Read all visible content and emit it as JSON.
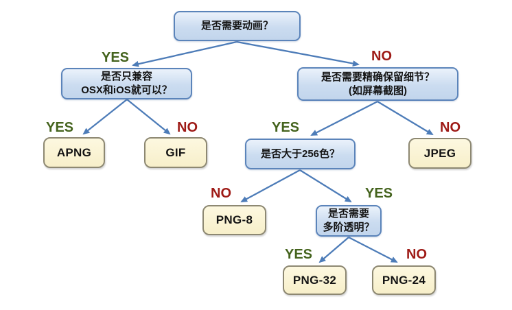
{
  "diagram": {
    "type": "decision-tree",
    "topic": "image format selection flowchart",
    "background": "#ffffff",
    "colors": {
      "question_fill": "#cbdcf0",
      "question_border": "#5b84ba",
      "leaf_fill": "#f9f1cf",
      "leaf_border": "#8d8872",
      "arrow": "#4d7cb8",
      "yes_label": "#44631d",
      "no_label": "#9e1a16",
      "text": "#141414"
    },
    "nodes": {
      "q_animation": {
        "lines": [
          "是否需要动画？"
        ]
      },
      "q_compat": {
        "lines": [
          "是否只兼容",
          "OSX和iOS就可以？"
        ]
      },
      "q_detail": {
        "lines": [
          "是否需要精确保留细节？",
          "(如屏幕截图)"
        ]
      },
      "q_colors": {
        "lines": [
          "是否大于256色？"
        ]
      },
      "q_alpha": {
        "lines": [
          "是否需要",
          "多阶透明？"
        ]
      },
      "apng": {
        "label": "APNG"
      },
      "gif": {
        "label": "GIF"
      },
      "jpeg": {
        "label": "JPEG"
      },
      "png8": {
        "label": "PNG-8"
      },
      "png32": {
        "label": "PNG-32"
      },
      "png24": {
        "label": "PNG-24"
      }
    },
    "edge_labels": {
      "animation_yes": "YES",
      "animation_no": "NO",
      "compat_yes": "YES",
      "compat_no": "NO",
      "detail_yes": "YES",
      "detail_no": "NO",
      "colors_no": "NO",
      "colors_yes": "YES",
      "alpha_yes": "YES",
      "alpha_no": "NO"
    },
    "edges": [
      {
        "from": "q_animation",
        "answer": "YES",
        "to": "q_compat"
      },
      {
        "from": "q_animation",
        "answer": "NO",
        "to": "q_detail"
      },
      {
        "from": "q_compat",
        "answer": "YES",
        "to": "apng"
      },
      {
        "from": "q_compat",
        "answer": "NO",
        "to": "gif"
      },
      {
        "from": "q_detail",
        "answer": "YES",
        "to": "q_colors"
      },
      {
        "from": "q_detail",
        "answer": "NO",
        "to": "jpeg"
      },
      {
        "from": "q_colors",
        "answer": "NO",
        "to": "png8"
      },
      {
        "from": "q_colors",
        "answer": "YES",
        "to": "q_alpha"
      },
      {
        "from": "q_alpha",
        "answer": "YES",
        "to": "png32"
      },
      {
        "from": "q_alpha",
        "answer": "NO",
        "to": "png24"
      }
    ]
  }
}
